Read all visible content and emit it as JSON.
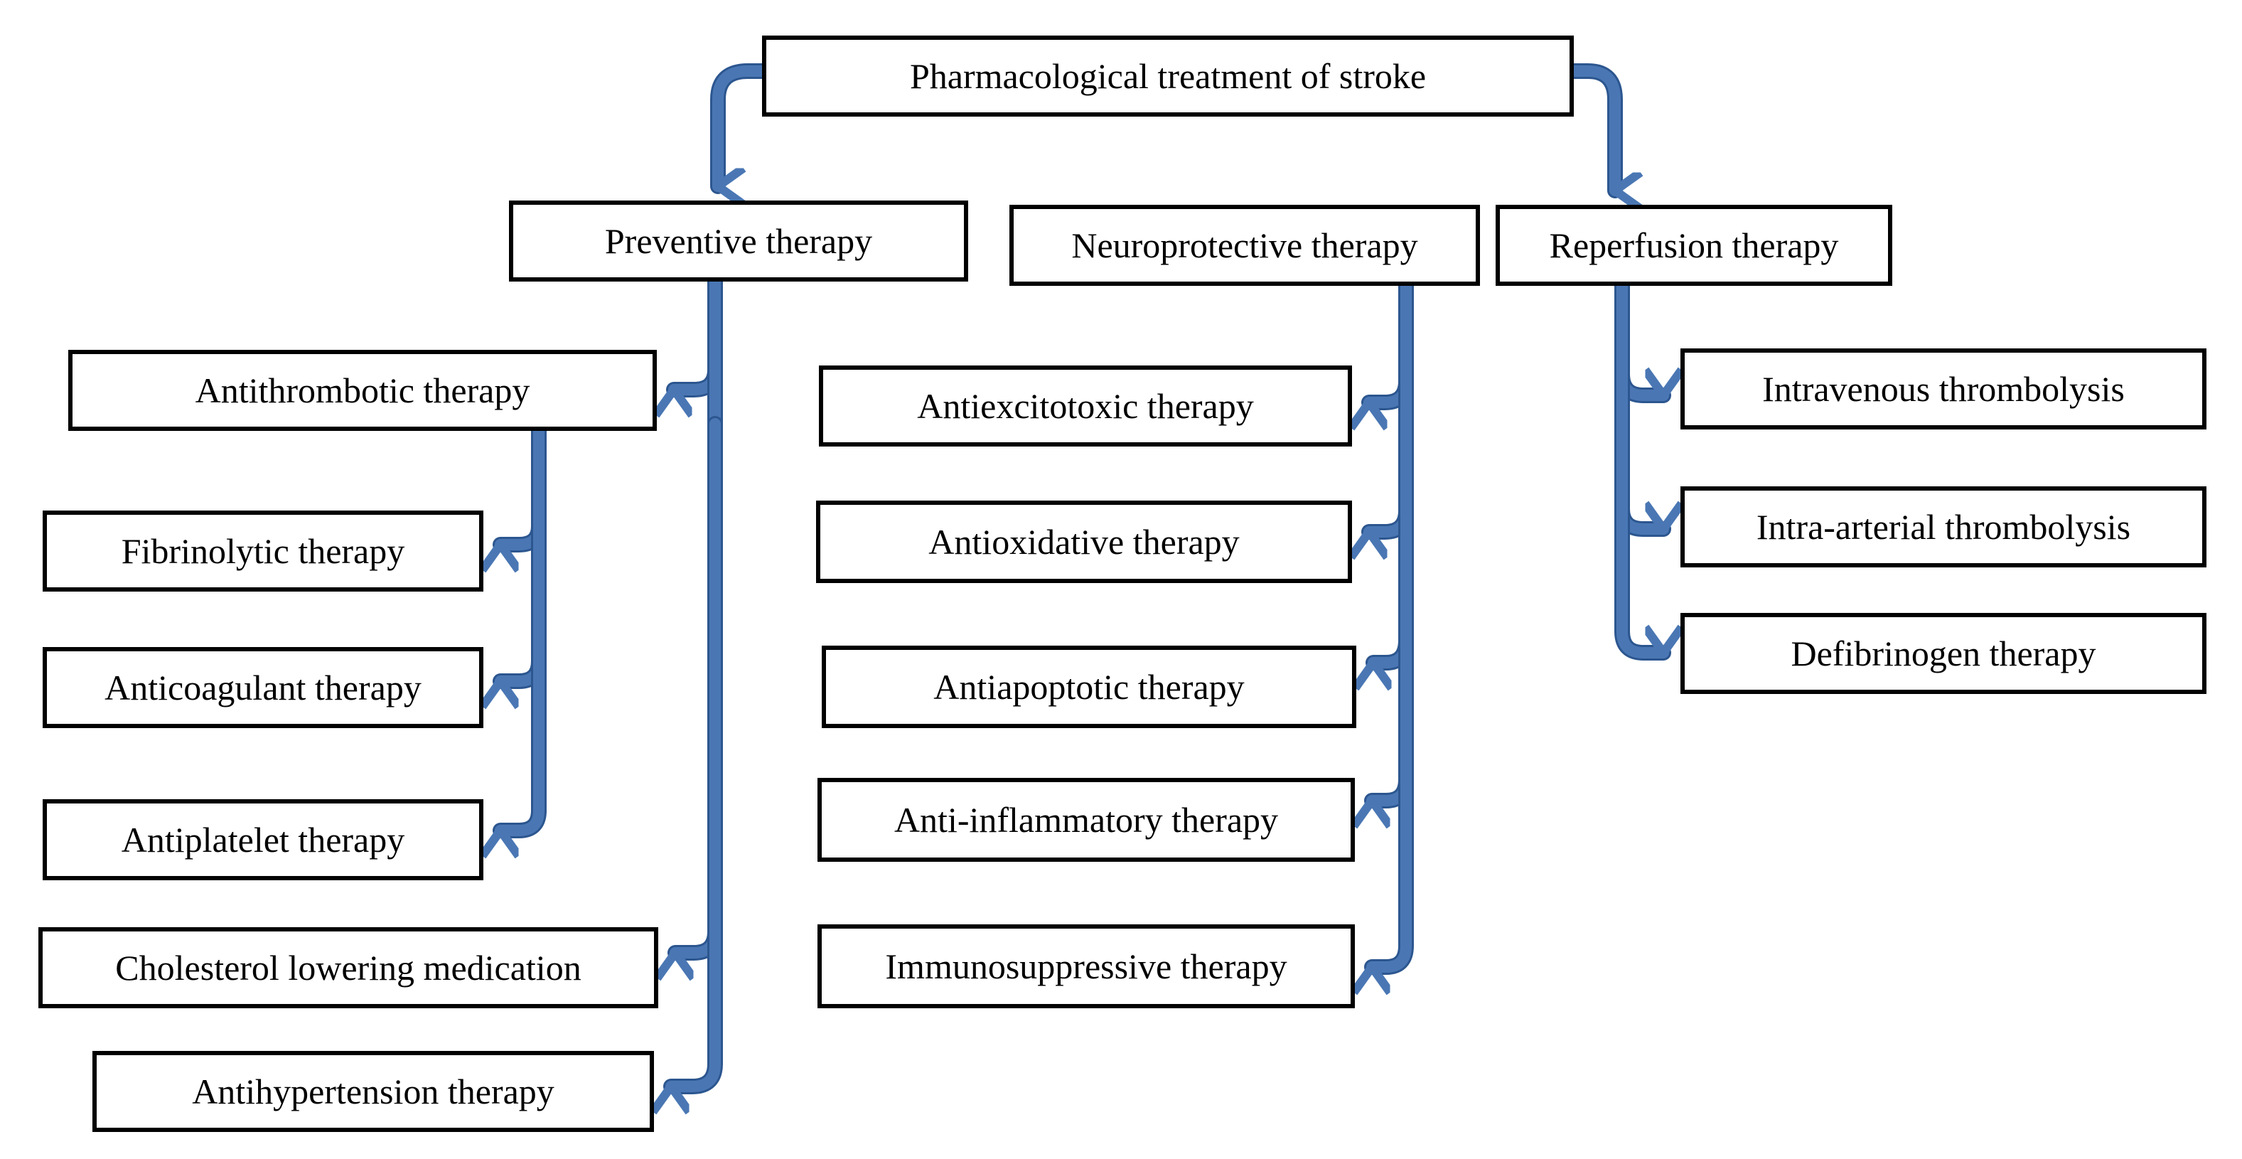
{
  "diagram": {
    "colors": {
      "connector": "#4a77b4",
      "connector_edge": "#2c568f",
      "box_border": "#000000",
      "box_fill": "#ffffff",
      "text": "#000000"
    },
    "root": {
      "label": "Pharmacological treatment of stroke"
    },
    "branches": {
      "preventive": {
        "label": "Preventive therapy",
        "antithrombotic": {
          "label": "Antithrombotic therapy",
          "children": [
            {
              "label": "Fibrinolytic therapy"
            },
            {
              "label": "Anticoagulant therapy"
            },
            {
              "label": "Antiplatelet therapy"
            }
          ]
        },
        "cholesterol": {
          "label": "Cholesterol lowering medication"
        },
        "antihypertension": {
          "label": "Antihypertension therapy"
        }
      },
      "neuroprotective": {
        "label": "Neuroprotective therapy",
        "children": [
          {
            "label": "Antiexcitotoxic therapy"
          },
          {
            "label": "Antioxidative therapy"
          },
          {
            "label": "Antiapoptotic therapy"
          },
          {
            "label": "Anti-inflammatory therapy"
          },
          {
            "label": "Immunosuppressive therapy"
          }
        ]
      },
      "reperfusion": {
        "label": "Reperfusion therapy",
        "children": [
          {
            "label": "Intravenous thrombolysis"
          },
          {
            "label": "Intra-arterial thrombolysis"
          },
          {
            "label": "Defibrinogen therapy"
          }
        ]
      }
    }
  }
}
